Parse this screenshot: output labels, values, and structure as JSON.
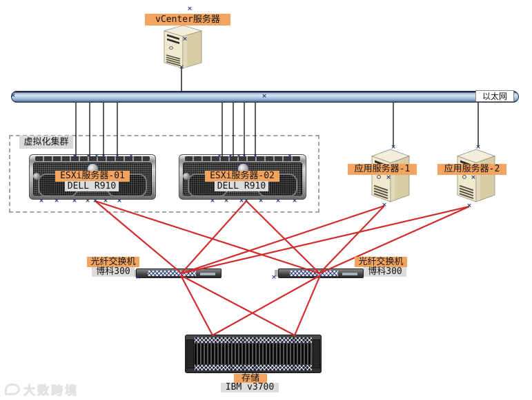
{
  "nodes": {
    "vcenter": {
      "label": "vCenter服务器"
    },
    "ethernet": {
      "label": "以太网"
    },
    "cluster": {
      "label": "虚拟化集群"
    },
    "esxi1": {
      "name": "ESXi服务器-01",
      "model": "DELL R910"
    },
    "esxi2": {
      "name": "ESXi服务器-02",
      "model": "DELL R910"
    },
    "app1": {
      "label": "应用服务器-1"
    },
    "app2": {
      "label": "应用服务器-2"
    },
    "fcsw1": {
      "name": "光纤交换机",
      "model": "博科300"
    },
    "fcsw2": {
      "name": "光纤交换机",
      "model": "博科300"
    },
    "storage": {
      "name": "存储",
      "model": "IBM v3700"
    }
  },
  "watermark": {
    "text": "大数跨境"
  },
  "colors": {
    "label_orange": "#f2a45f",
    "label_gray": "#dcdcdc",
    "ethernet_blue": "#bfd3ec",
    "fc_link_red": "#d22b2b",
    "ethernet_line_black": "#101318"
  },
  "connections": [
    {
      "from": "vCenter服务器",
      "to": "以太网",
      "medium": "ethernet",
      "links": 1
    },
    {
      "from": "ESXi服务器-01",
      "to": "以太网",
      "medium": "ethernet",
      "links": 4
    },
    {
      "from": "ESXi服务器-02",
      "to": "以太网",
      "medium": "ethernet",
      "links": 4
    },
    {
      "from": "应用服务器-1",
      "to": "以太网",
      "medium": "ethernet",
      "links": 1
    },
    {
      "from": "应用服务器-2",
      "to": "以太网",
      "medium": "ethernet",
      "links": 1
    },
    {
      "from": "ESXi服务器-01",
      "to": "光纤交换机-1 博科300",
      "medium": "fc",
      "links": 1
    },
    {
      "from": "ESXi服务器-01",
      "to": "光纤交换机-2 博科300",
      "medium": "fc",
      "links": 1
    },
    {
      "from": "ESXi服务器-02",
      "to": "光纤交换机-1 博科300",
      "medium": "fc",
      "links": 1
    },
    {
      "from": "ESXi服务器-02",
      "to": "光纤交换机-2 博科300",
      "medium": "fc",
      "links": 1
    },
    {
      "from": "应用服务器-1",
      "to": "光纤交换机-1 博科300",
      "medium": "fc",
      "links": 1
    },
    {
      "from": "应用服务器-1",
      "to": "光纤交换机-2 博科300",
      "medium": "fc",
      "links": 1
    },
    {
      "from": "应用服务器-2",
      "to": "光纤交换机-1 博科300",
      "medium": "fc",
      "links": 1
    },
    {
      "from": "应用服务器-2",
      "to": "光纤交换机-2 博科300",
      "medium": "fc",
      "links": 1
    },
    {
      "from": "光纤交换机-1 博科300",
      "to": "存储 IBM v3700",
      "medium": "fc",
      "links": 2
    },
    {
      "from": "光纤交换机-2 博科300",
      "to": "存储 IBM v3700",
      "medium": "fc",
      "links": 2
    }
  ]
}
